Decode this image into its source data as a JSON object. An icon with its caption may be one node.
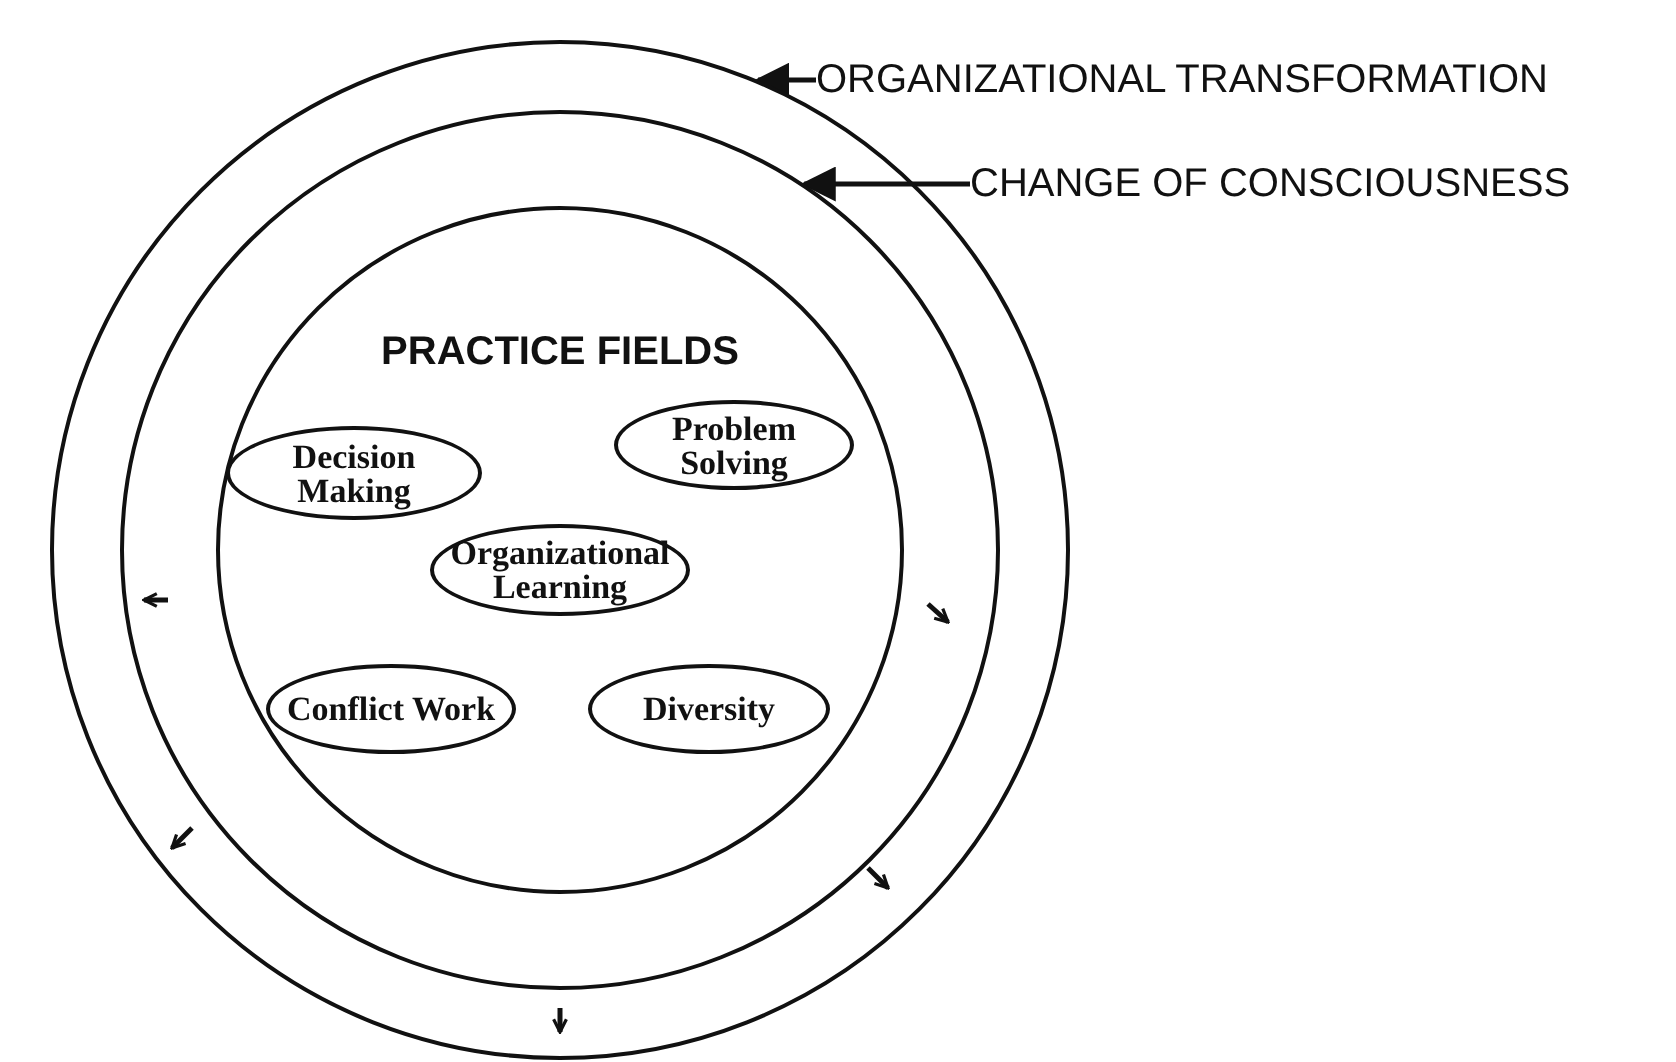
{
  "diagram": {
    "nodes": [
      {
        "text": [],
        "shape": "circle"
      },
      {
        "text": [],
        "shape": "circle",
        "in": 0
      },
      {
        "text": [
          "PRACTICE FIELDS"
        ],
        "in": 1
      },
      {
        "text": [
          "Decision Making"
        ],
        "in": 2
      },
      {
        "text": [
          "Problem Solving"
        ],
        "in": 2
      },
      {
        "text": [
          "Organizational Learning"
        ],
        "in": 2
      },
      {
        "text": [
          "Conflict Work"
        ],
        "in": 2
      },
      {
        "text": [
          "Diversity"
        ],
        "in": 2
      },
      {
        "text": [
          "ORGANIZATIONAL TRANSFORMATION"
        ]
      },
      {
        "text": [
          "CHANGE OF CONSCIOUSNESS"
        ]
      }
    ],
    "edges": [
      {
        "from": 8,
        "to": 0,
        "arrow": "to"
      },
      {
        "from": 9,
        "to": 1,
        "arrow": "to"
      }
    ]
  }
}
